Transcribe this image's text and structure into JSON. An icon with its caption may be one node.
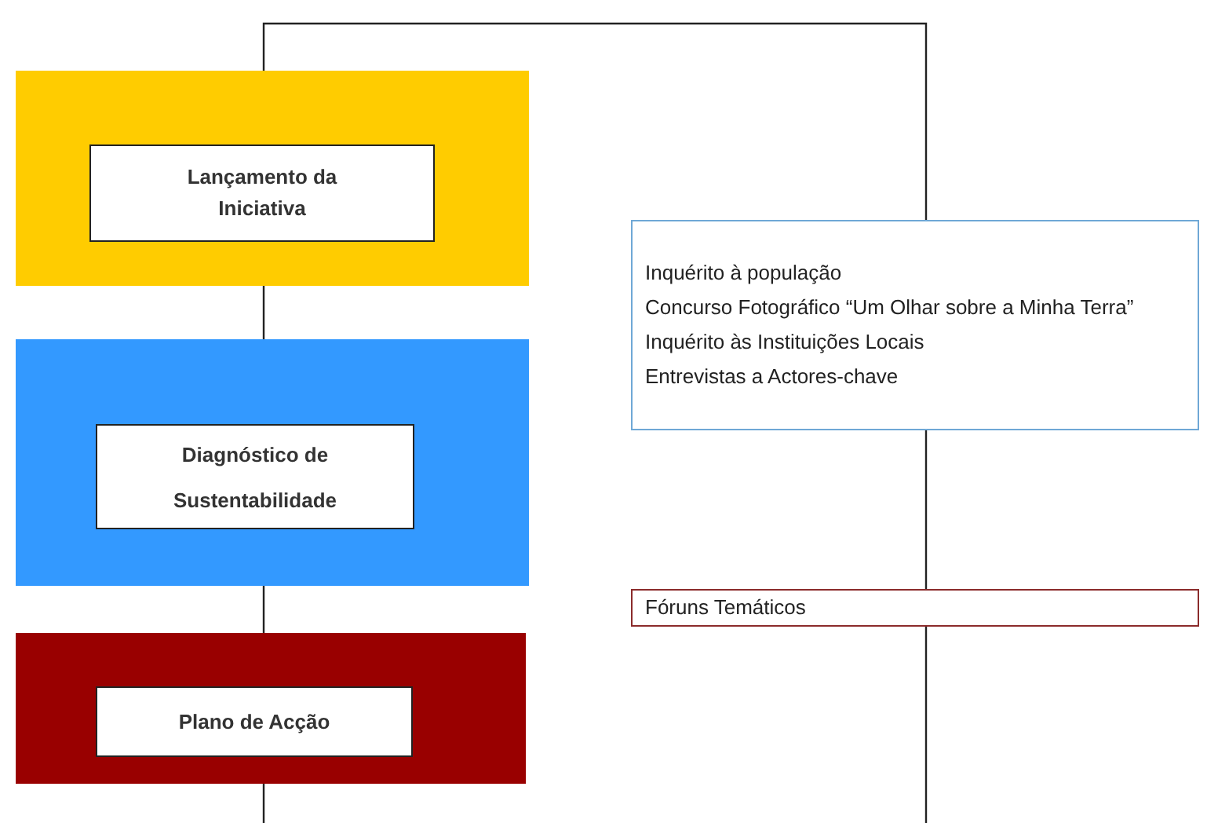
{
  "diagram": {
    "nodes": [
      {
        "text": [],
        "shape": "box"
      },
      {
        "text": [
          "Lançamento da Iniciativa"
        ],
        "in": 0
      },
      {
        "text": [],
        "shape": "box"
      },
      {
        "text": [
          "Diagnóstico de Sustentabilidade"
        ],
        "in": 2
      },
      {
        "text": [],
        "shape": "box"
      },
      {
        "text": [
          "Plano de Acção"
        ],
        "in": 4
      },
      {
        "text": [
          "Inquérito à população",
          "Concurso Fotográfico “Um Olhar sobre a Minha Terra”",
          "Inquérito às Instituições Locais",
          "Entrevistas a Actores-chave"
        ]
      },
      {
        "text": [
          "Fóruns Temáticos"
        ]
      }
    ],
    "edges": [
      {
        "from": 0,
        "to": 2,
        "arrow": "none"
      },
      {
        "from": 2,
        "to": 4,
        "arrow": "none"
      },
      {
        "from": 4,
        "to": null,
        "arrow": "none"
      },
      {
        "from": 0,
        "to": 6,
        "arrow": "none"
      },
      {
        "from": 6,
        "to": 7,
        "arrow": "none"
      },
      {
        "from": 7,
        "to": null,
        "arrow": "none"
      }
    ]
  }
}
